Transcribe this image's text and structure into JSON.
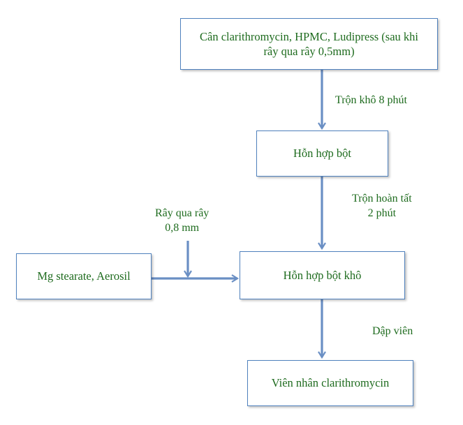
{
  "colors": {
    "box_border": "#4f81bd",
    "arrow": "#6a8fc4",
    "text": "#1e6b1e"
  },
  "nodes": {
    "raw_materials": {
      "line1": "Cân clarithromycin, HPMC, Ludipress (sau khi",
      "line2": "rây qua rây 0,5mm)"
    },
    "powder_mix": "Hỗn hợp bột",
    "mg_stearate": "Mg stearate, Aerosil",
    "dry_powder_mix": "Hỗn hợp bột khô",
    "core_tablet": "Viên nhân clarithromycin"
  },
  "edges": {
    "dry_mix_label": "Trộn khô 8 phút",
    "final_mix_label": {
      "line1": "Trộn hoàn tất",
      "line2": "2 phút"
    },
    "sieve_label": {
      "line1": "Rây qua rây",
      "line2": "0,8 mm"
    },
    "compress_label": "Dập viên"
  }
}
